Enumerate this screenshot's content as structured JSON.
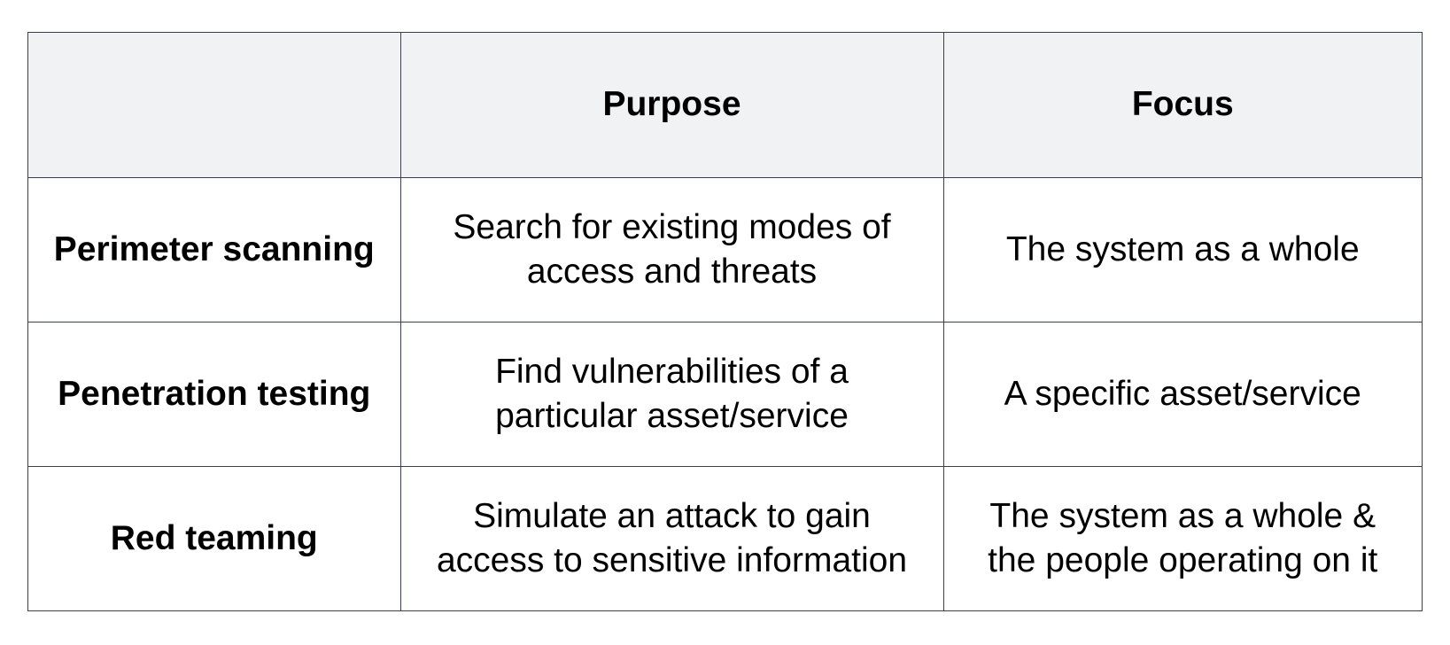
{
  "table": {
    "columns": [
      "",
      "Purpose",
      "Focus"
    ],
    "rows": [
      {
        "name": "Perimeter scanning",
        "purpose": "Search for existing modes of access and threats",
        "focus": "The system as a whole"
      },
      {
        "name": "Penetration testing",
        "purpose": "Find vulnerabilities of a particular asset/service",
        "focus": "A specific asset/service"
      },
      {
        "name": "Red teaming",
        "purpose": "Simulate an attack to gain access to sensitive information",
        "focus": "The system as a whole & the people operating on it"
      }
    ]
  },
  "colors": {
    "header_background": "#f1f2f4",
    "border": "#3a3f4a",
    "text": "#000000"
  }
}
